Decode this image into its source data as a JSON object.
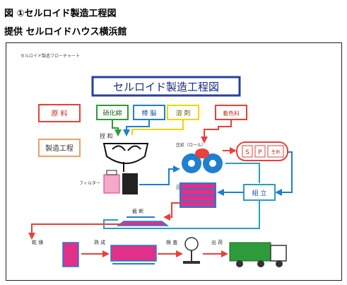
{
  "figure_label": "図 ①セルロイド製造工程図",
  "source_line": "提供 セルロイドハウス横浜館",
  "diagram": {
    "header_note": "セルロイド製造フローチャート",
    "title": "セルロイド製造工程図",
    "legend": {
      "raw_material": "原 料",
      "process": "製造工程"
    },
    "inputs": {
      "nitrocellulose": "硝化綿",
      "camphor": "樟 脳",
      "solvent": "溶 剤",
      "pigment": "着色料"
    },
    "steps": {
      "kneading": "捏 和",
      "filter": "フィルター",
      "roll": "圧延（ロール）",
      "sp": [
        "S",
        "P",
        "生地"
      ],
      "press": "圧 搾",
      "assembly": "組 立",
      "slicing": "截 断",
      "drying": "乾 燥",
      "aging": "熟 成",
      "inspection": "検 査",
      "shipping": "出 荷"
    }
  },
  "colors": {
    "title_border": "#2a3f9c",
    "red": "#e8403a",
    "green": "#2e9b3a",
    "yellow": "#f2d400",
    "blue": "#1f7fd0",
    "magenta": "#e0308a",
    "teal": "#26a0c0",
    "pink_bg": "#f4a9c8"
  }
}
